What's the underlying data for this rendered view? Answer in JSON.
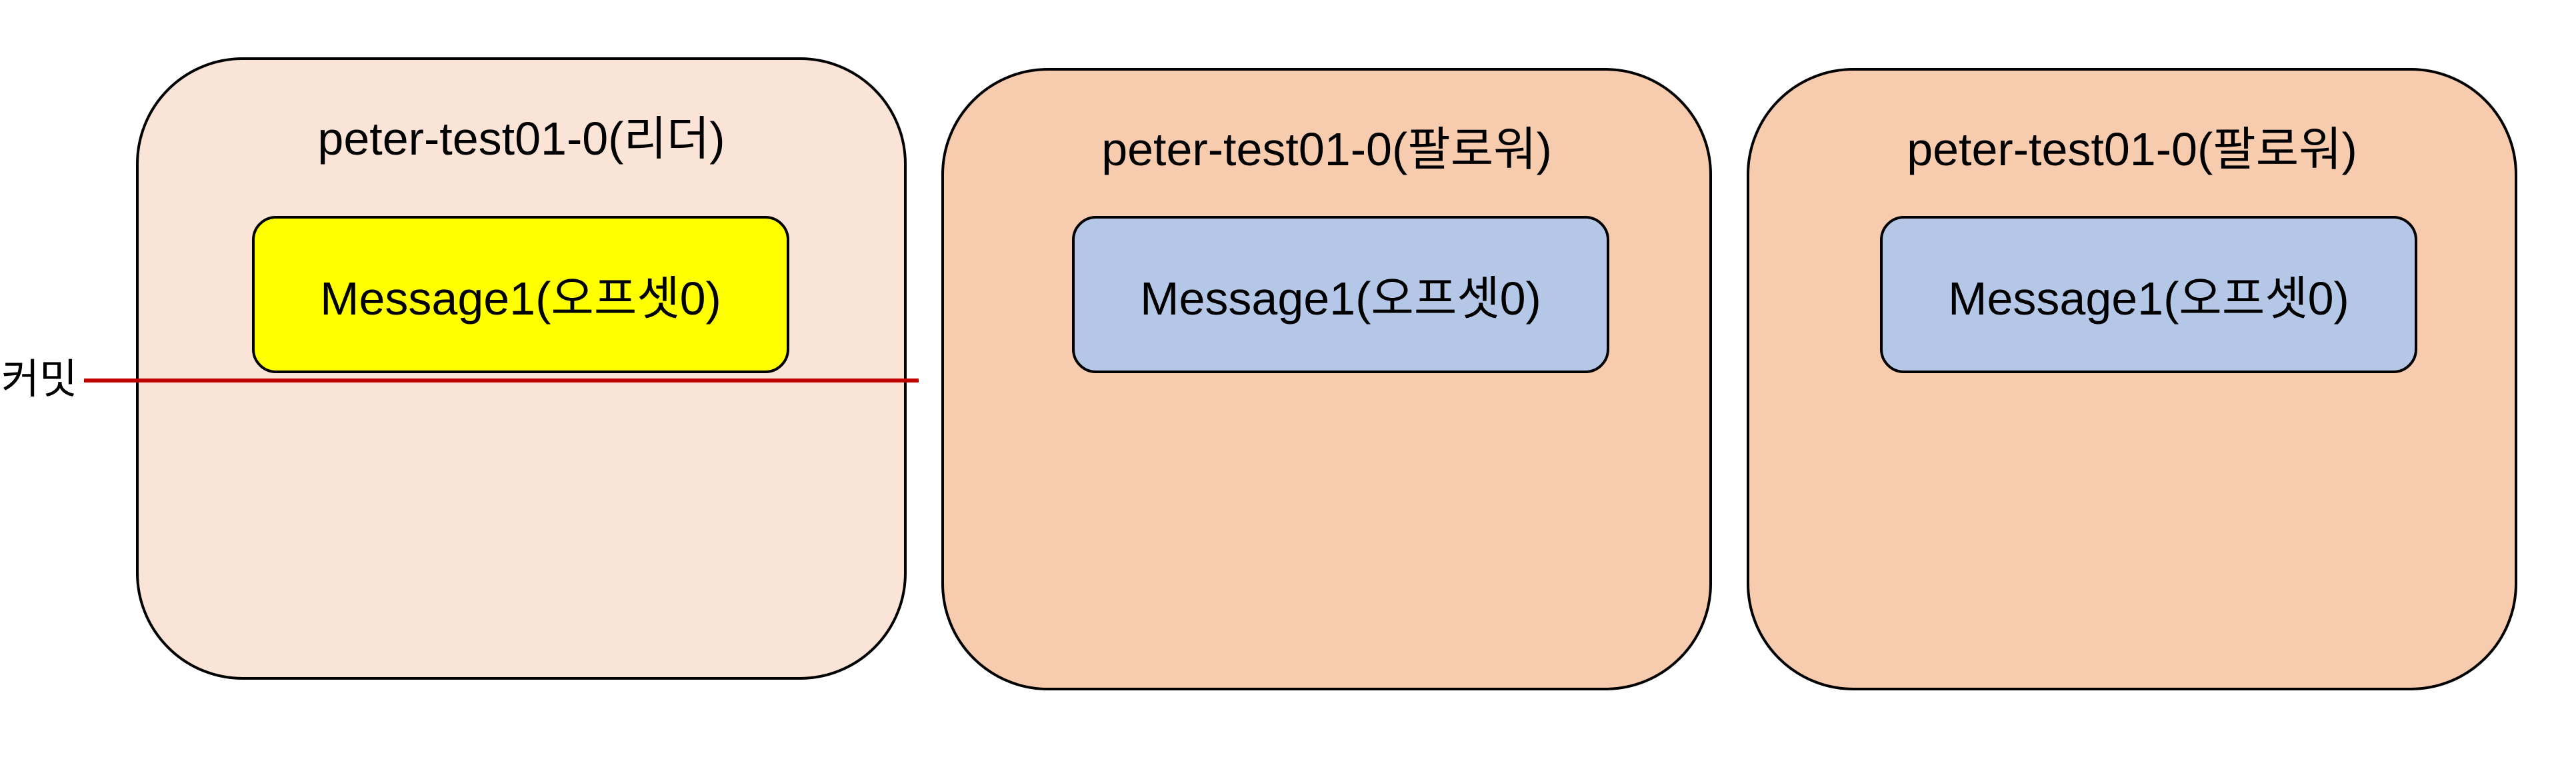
{
  "colors": {
    "leader_fill": "#f9e4d7",
    "follower_fill": "#f7cbae",
    "leader_message_fill": "#ffff00",
    "follower_message_fill": "#b4c7e7",
    "commit_line": "#c00000",
    "outline": "#000000"
  },
  "commit": {
    "label": "커밋"
  },
  "partitions": [
    {
      "title": "peter-test01-0(리더)",
      "message": "Message1(오프셋0)"
    },
    {
      "title": "peter-test01-0(팔로워)",
      "message": "Message1(오프셋0)"
    },
    {
      "title": "peter-test01-0(팔로워)",
      "message": "Message1(오프셋0)"
    }
  ]
}
